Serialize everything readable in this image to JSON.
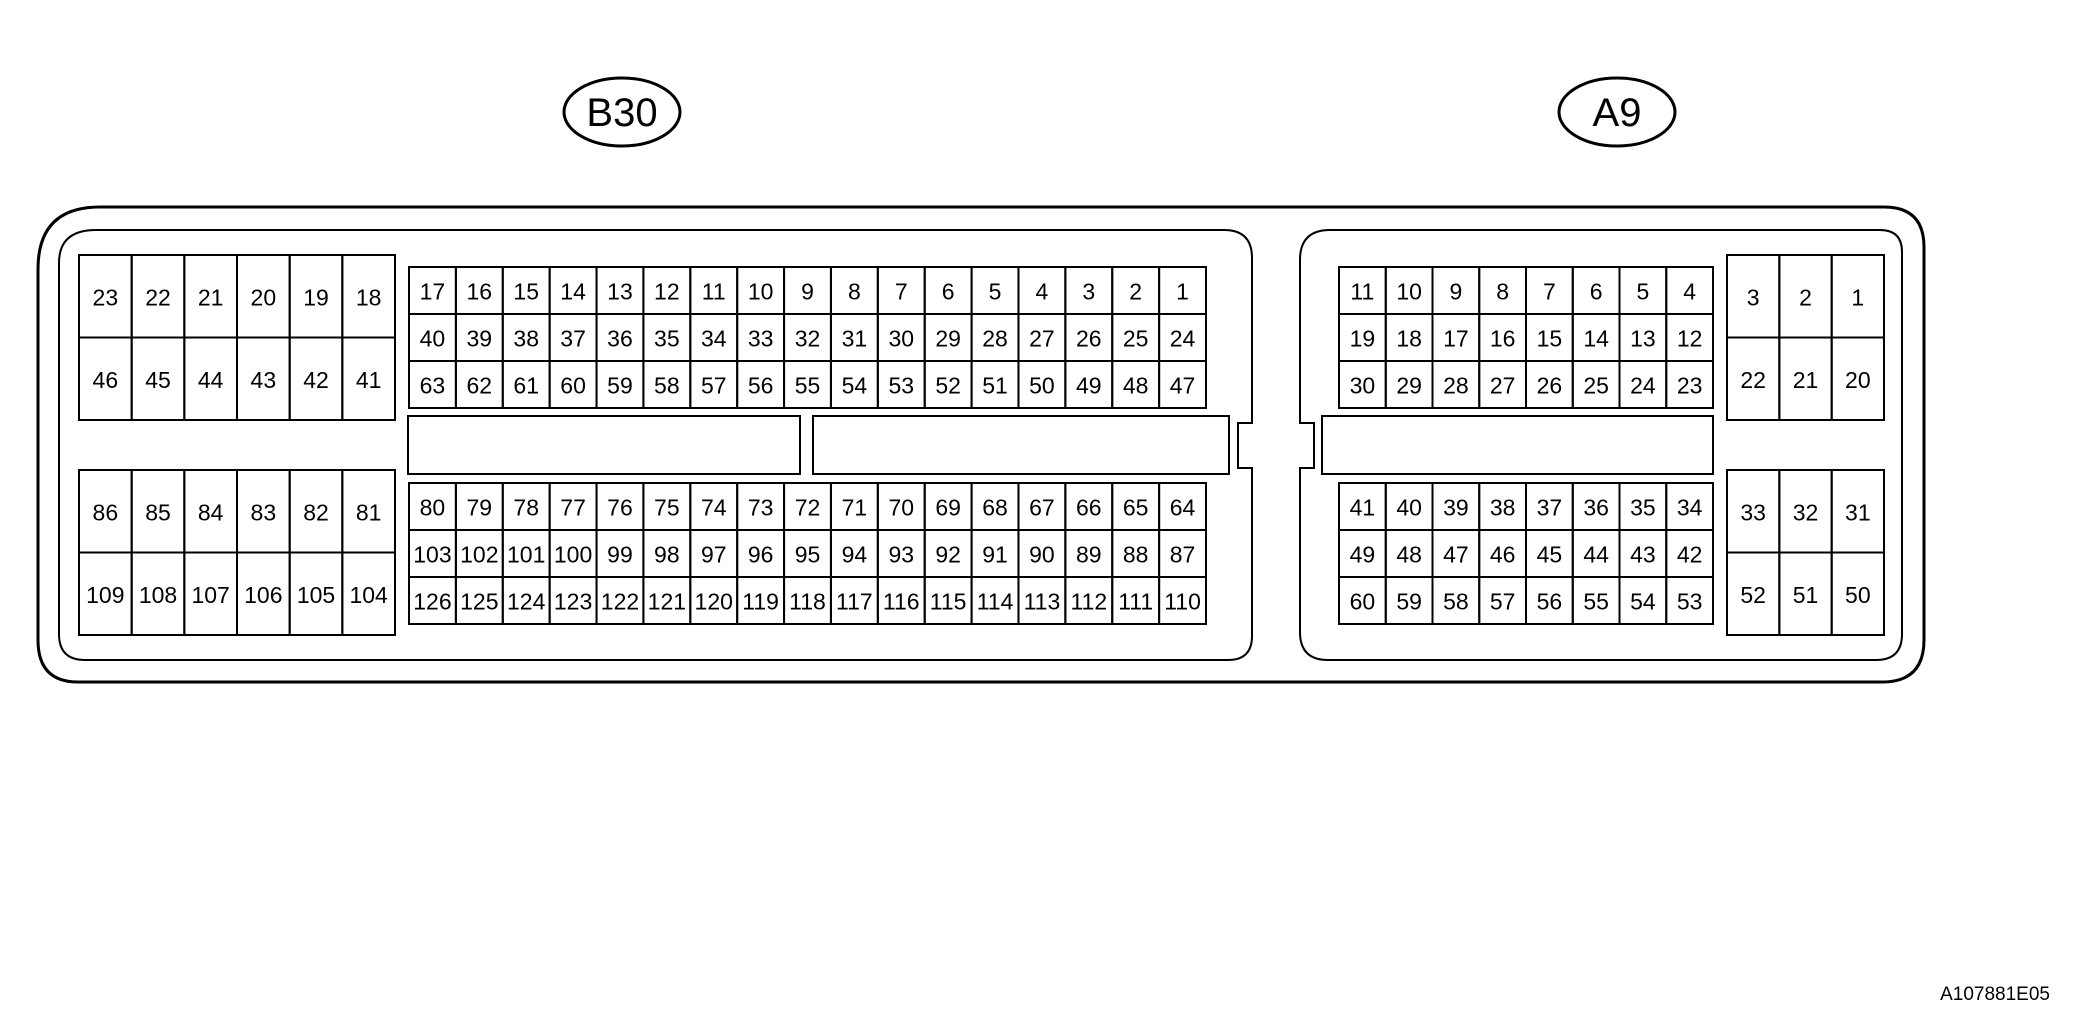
{
  "connectors": {
    "b30": {
      "label": "B30",
      "blocks": [
        {
          "id": "b30-upper-left",
          "rows": [
            [
              "23",
              "22",
              "21",
              "20",
              "19",
              "18"
            ],
            [
              "46",
              "45",
              "44",
              "43",
              "42",
              "41"
            ]
          ]
        },
        {
          "id": "b30-lower-left",
          "rows": [
            [
              "86",
              "85",
              "84",
              "83",
              "82",
              "81"
            ],
            [
              "109",
              "108",
              "107",
              "106",
              "105",
              "104"
            ]
          ]
        },
        {
          "id": "b30-upper-main",
          "rows": [
            [
              "17",
              "16",
              "15",
              "14",
              "13",
              "12",
              "11",
              "10",
              "9",
              "8",
              "7",
              "6",
              "5",
              "4",
              "3",
              "2",
              "1"
            ],
            [
              "40",
              "39",
              "38",
              "37",
              "36",
              "35",
              "34",
              "33",
              "32",
              "31",
              "30",
              "29",
              "28",
              "27",
              "26",
              "25",
              "24"
            ],
            [
              "63",
              "62",
              "61",
              "60",
              "59",
              "58",
              "57",
              "56",
              "55",
              "54",
              "53",
              "52",
              "51",
              "50",
              "49",
              "48",
              "47"
            ]
          ]
        },
        {
          "id": "b30-lower-main",
          "rows": [
            [
              "80",
              "79",
              "78",
              "77",
              "76",
              "75",
              "74",
              "73",
              "72",
              "71",
              "70",
              "69",
              "68",
              "67",
              "66",
              "65",
              "64"
            ],
            [
              "103",
              "102",
              "101",
              "100",
              "99",
              "98",
              "97",
              "96",
              "95",
              "94",
              "93",
              "92",
              "91",
              "90",
              "89",
              "88",
              "87"
            ],
            [
              "126",
              "125",
              "124",
              "123",
              "122",
              "121",
              "120",
              "119",
              "118",
              "117",
              "116",
              "115",
              "114",
              "113",
              "112",
              "111",
              "110"
            ]
          ]
        }
      ]
    },
    "a9": {
      "label": "A9",
      "blocks": [
        {
          "id": "a9-upper-main",
          "rows": [
            [
              "11",
              "10",
              "9",
              "8",
              "7",
              "6",
              "5",
              "4"
            ],
            [
              "19",
              "18",
              "17",
              "16",
              "15",
              "14",
              "13",
              "12"
            ],
            [
              "30",
              "29",
              "28",
              "27",
              "26",
              "25",
              "24",
              "23"
            ]
          ]
        },
        {
          "id": "a9-lower-main",
          "rows": [
            [
              "41",
              "40",
              "39",
              "38",
              "37",
              "36",
              "35",
              "34"
            ],
            [
              "49",
              "48",
              "47",
              "46",
              "45",
              "44",
              "43",
              "42"
            ],
            [
              "60",
              "59",
              "58",
              "57",
              "56",
              "55",
              "54",
              "53"
            ]
          ]
        },
        {
          "id": "a9-upper-right",
          "rows": [
            [
              "3",
              "2",
              "1"
            ],
            [
              "22",
              "21",
              "20"
            ]
          ]
        },
        {
          "id": "a9-lower-right",
          "rows": [
            [
              "33",
              "32",
              "31"
            ],
            [
              "52",
              "51",
              "50"
            ]
          ]
        }
      ]
    }
  },
  "figure_code": "A107881E05"
}
